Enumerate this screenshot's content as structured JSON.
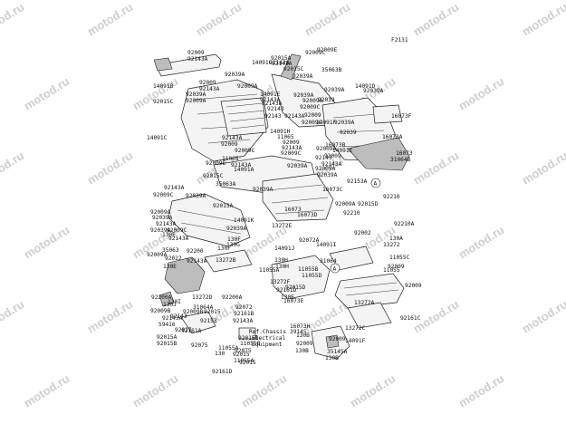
{
  "diagram_code": "F2131",
  "watermark": "motod.ru",
  "callout_letter": "A",
  "note_text": [
    "Ref.Chassis",
    "Electrical",
    "Equipment"
  ],
  "labels": [
    "92009",
    "92143A",
    "14091C",
    "92143A",
    "92015C",
    "92009C",
    "92009E",
    "35063B",
    "14091B",
    "92009",
    "92143A",
    "92039A",
    "92015A",
    "92143A",
    "92039A",
    "14091D",
    "92039A",
    "92039A",
    "92009A",
    "92009A",
    "14091E",
    "92015C",
    "92143A",
    "92039A",
    "92039A",
    "92039",
    "92009A",
    "92009C",
    "92143A",
    "92143",
    "92143",
    "16073F",
    "92009",
    "92143A",
    "92009C",
    "14091H",
    "11065",
    "92009",
    "92143A",
    "92009C",
    "14091F",
    "92039A",
    "16073A",
    "14091C",
    "92143A",
    "92009",
    "92009C",
    "11065",
    "92009E",
    "92143A",
    "14091A",
    "92039A",
    "16073B",
    "92009",
    "92143",
    "92143A",
    "92009A",
    "92009A",
    "92039A",
    "14091E",
    "92039",
    "16073",
    "92015C",
    "35063A",
    "92039A",
    "92039A",
    "16073C",
    "92153A",
    "31064B",
    "92009C",
    "92143A",
    "92015A",
    "92009A",
    "92039A",
    "16073D",
    "16073",
    "92210",
    "92009A",
    "92143A",
    "92039A",
    "14091K",
    "92210",
    "92015D",
    "92210A",
    "92009C",
    "92143A",
    "92039A",
    "92002",
    "130E",
    "13272E",
    "92072A",
    "130A",
    "35063",
    "92009A",
    "14091J",
    "14091I",
    "13272",
    "92022",
    "92200",
    "130F",
    "130G",
    "31064",
    "92143A",
    "130E",
    "13272B",
    "130H",
    "130F",
    "11055C",
    "92200A",
    "11055A",
    "11055B",
    "92009",
    "130H",
    "11055D",
    "13272F",
    "11055",
    "92015D",
    "92161D",
    "92009",
    "13272D",
    "92200A",
    "130I",
    "16073E",
    "130E",
    "13272A",
    "31064A",
    "92009B",
    "130J",
    "92009B",
    "92015",
    "92143A",
    "92143",
    "92072",
    "92161B",
    "59416",
    "92153",
    "92143A",
    "92027",
    "92015A",
    "92161A",
    "92075",
    "92015B",
    "11055B",
    "92075",
    "92015B",
    "11055A",
    "92015",
    "130",
    "11055A",
    "92015",
    "92161D",
    "92161C",
    "16073H",
    "13272C",
    "39145",
    "130B",
    "92009",
    "92009",
    "14091F",
    "130B",
    "35145A",
    "130B",
    "13272A"
  ]
}
